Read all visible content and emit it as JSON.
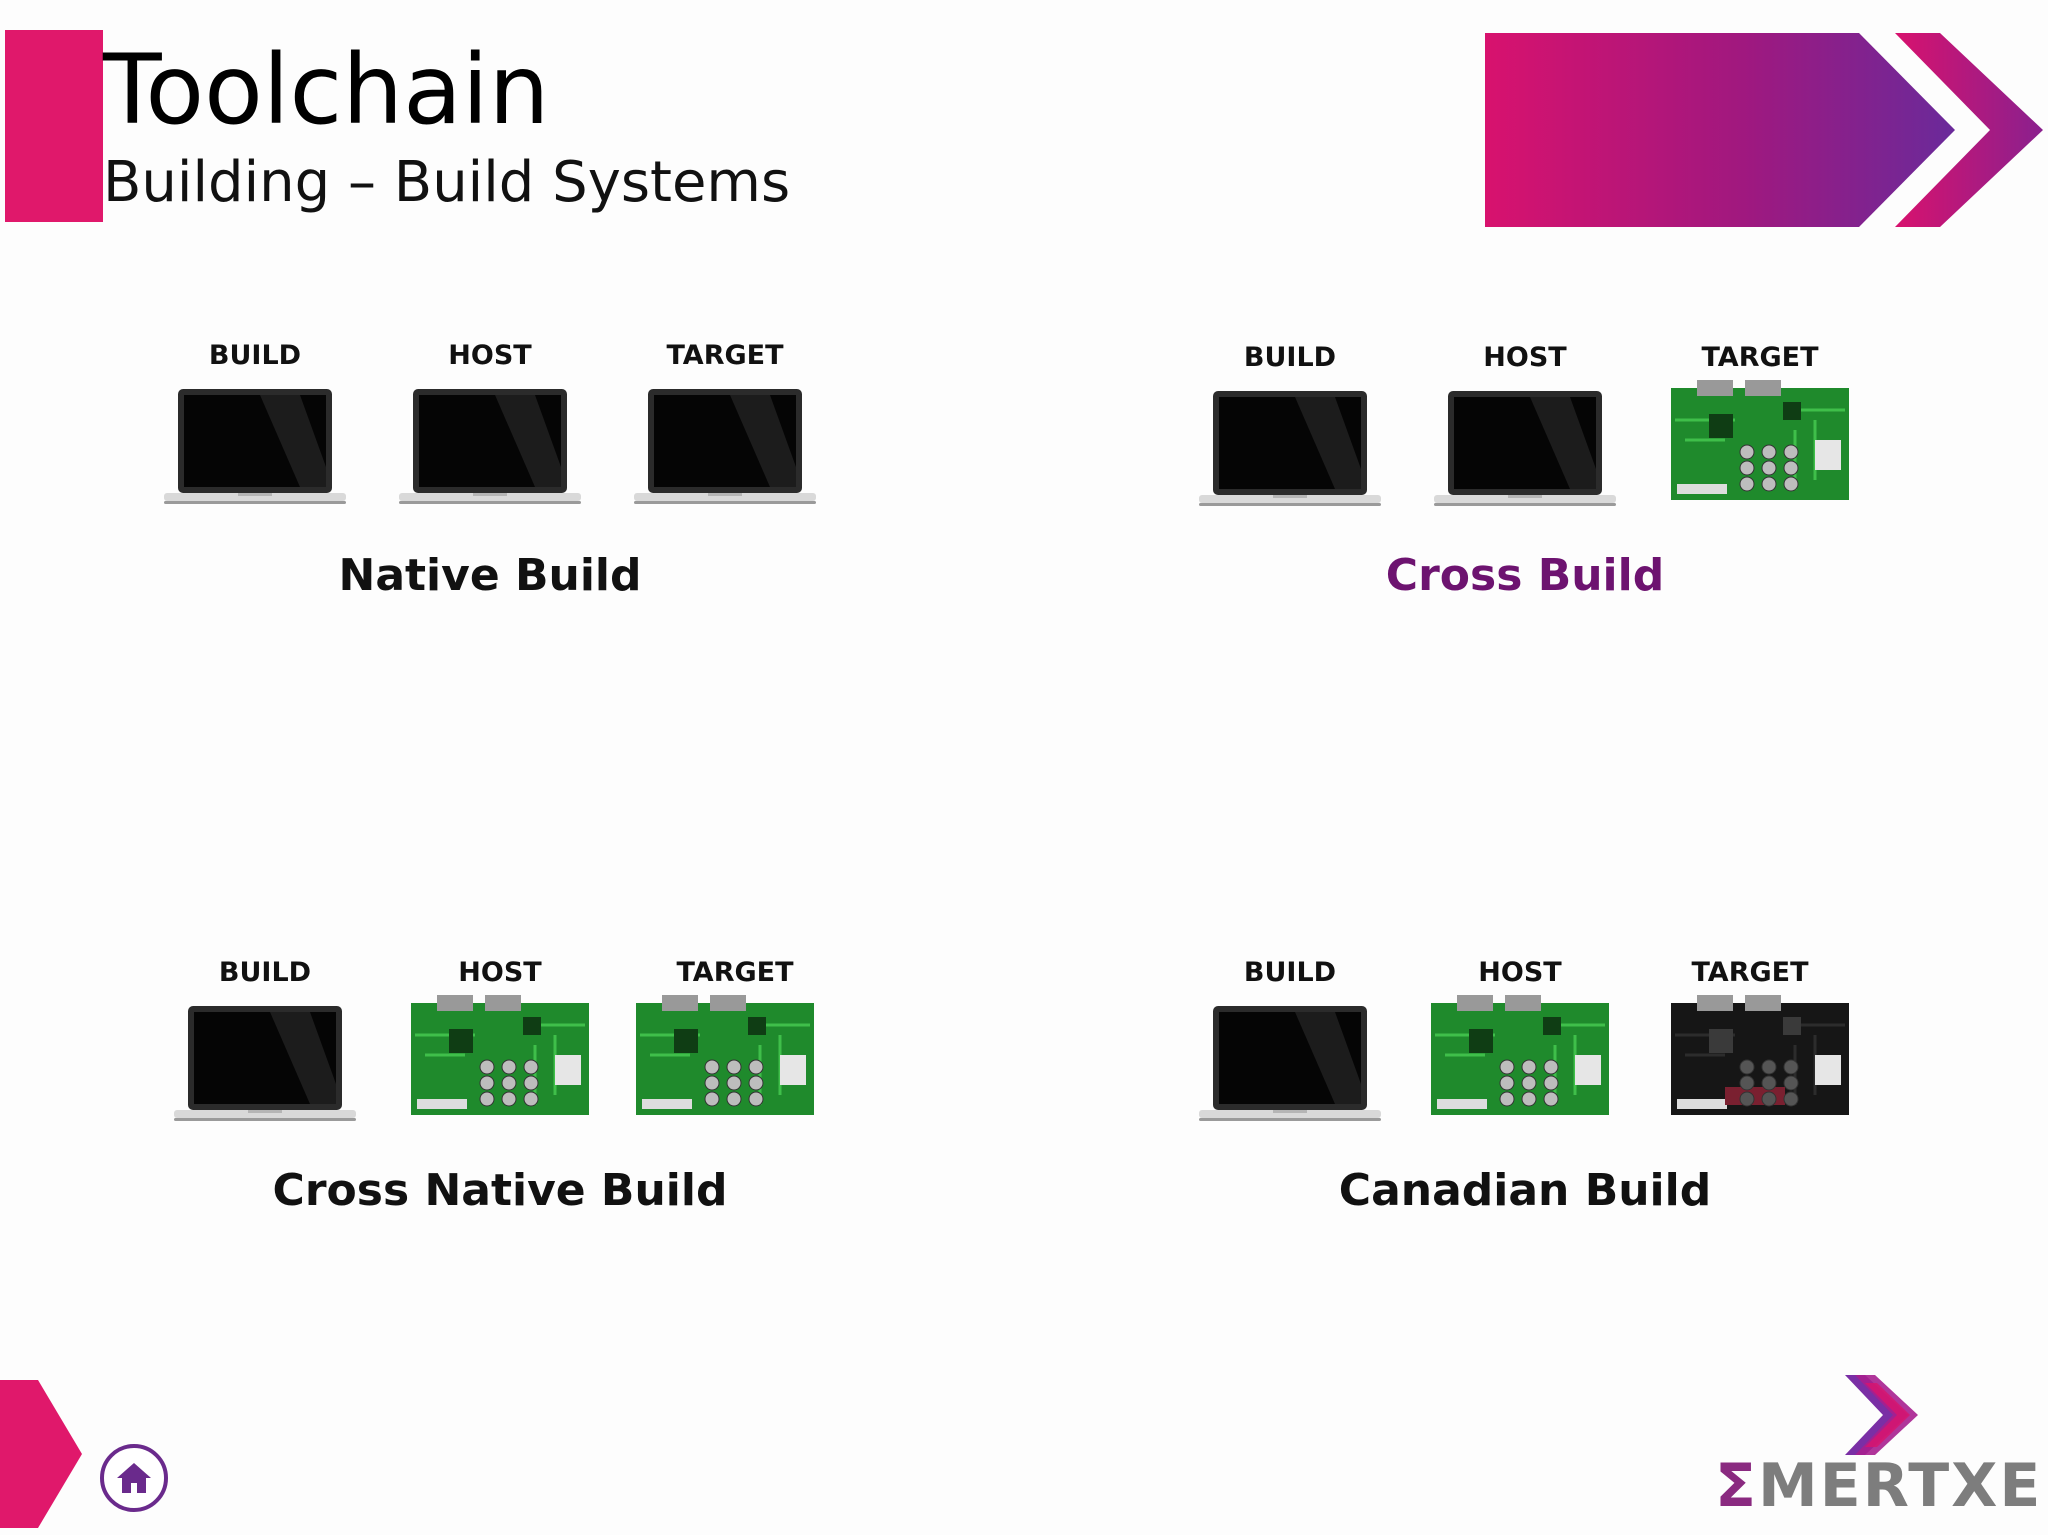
{
  "header": {
    "title": "Toolchain",
    "subtitle": "Building – Build Systems"
  },
  "quadrants": [
    {
      "caption": "Native Build",
      "labels": {
        "build": "BUILD",
        "host": "HOST",
        "target": "TARGET"
      },
      "devices": {
        "build": "laptop",
        "host": "laptop",
        "target": "laptop"
      }
    },
    {
      "caption": "Cross Build",
      "labels": {
        "build": "BUILD",
        "host": "HOST",
        "target": "TARGET"
      },
      "devices": {
        "build": "laptop",
        "host": "laptop",
        "target": "green-board"
      }
    },
    {
      "caption": "Cross Native Build",
      "labels": {
        "build": "BUILD",
        "host": "HOST",
        "target": "TARGET"
      },
      "devices": {
        "build": "laptop",
        "host": "green-board",
        "target": "green-board"
      }
    },
    {
      "caption": "Canadian Build",
      "labels": {
        "build": "BUILD",
        "host": "HOST",
        "target": "TARGET"
      },
      "devices": {
        "build": "laptop",
        "host": "green-board",
        "target": "black-board"
      }
    }
  ],
  "footer": {
    "home_icon": "home-icon",
    "logo_text": "MERTXE",
    "logo_sigma": "Σ"
  },
  "colors": {
    "accent_pink": "#e0186b",
    "accent_purple": "#6d1370",
    "banner_gradient": [
      "#d8126e",
      "#6a2a9a"
    ]
  }
}
